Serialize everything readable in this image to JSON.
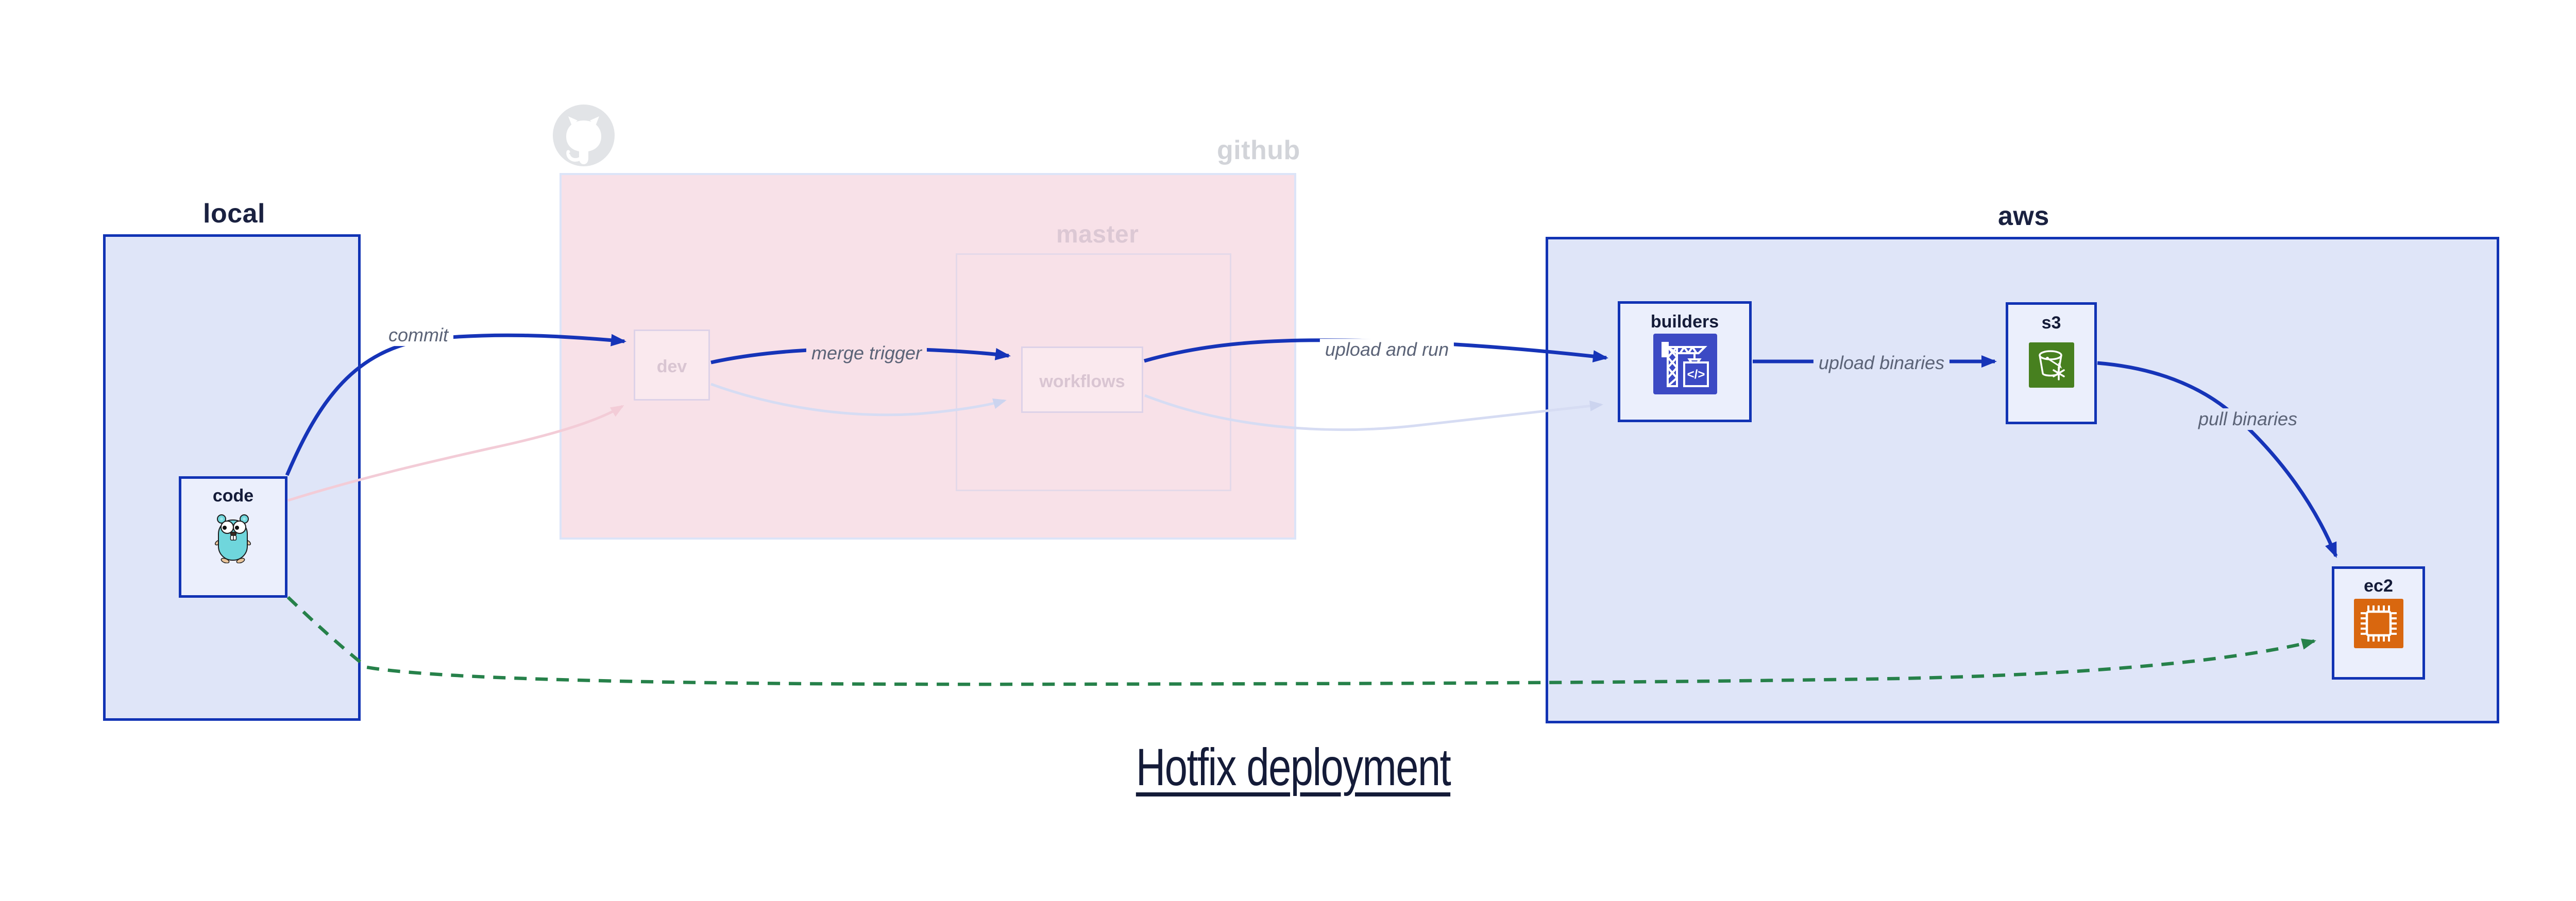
{
  "title": {
    "text": "Hotfix deployment"
  },
  "containers": {
    "local": {
      "label": "local"
    },
    "github": {
      "label": "github"
    },
    "master": {
      "label": "master"
    },
    "aws": {
      "label": "aws"
    }
  },
  "nodes": {
    "code": {
      "label": "code"
    },
    "dev": {
      "label": "dev"
    },
    "workflows": {
      "label": "workflows"
    },
    "builders": {
      "label": "builders"
    },
    "s3": {
      "label": "s3"
    },
    "ec2": {
      "label": "ec2"
    }
  },
  "edges": {
    "commit": {
      "label": "commit"
    },
    "merge_trigger": {
      "label": "merge trigger"
    },
    "upload_and_run": {
      "label": "upload and run"
    },
    "upload_binaries": {
      "label": "upload binaries"
    },
    "pull_binaries": {
      "label": "pull binaries"
    }
  },
  "icons": {
    "code": "gopher-icon",
    "github": "octocat-icon",
    "builders": "codebuild-crane-icon",
    "s3": "s3-glacier-bucket-icon",
    "ec2": "ec2-chip-icon"
  },
  "colors": {
    "edge_blue": "#1634b8",
    "box_border_blue": "#1133b4",
    "container_fill_blue": "#dfe5f8",
    "node_fill_blue": "#ebeffc",
    "github_fill_pink": "#f8e1e8",
    "faded_node_fill": "#fae9ee",
    "faded_border": "#ddd2e8",
    "faded_pink_edge": "#f3ccd7",
    "faded_lavender_edge": "#d6dcf3",
    "green_dashed_edge": "#26814a",
    "edge_label_gray": "#5b6377",
    "navy_text": "#141b38",
    "codebuild_indigo": "#3c4ac4",
    "s3_green": "#47801f",
    "ec2_orange": "#d9670f"
  }
}
